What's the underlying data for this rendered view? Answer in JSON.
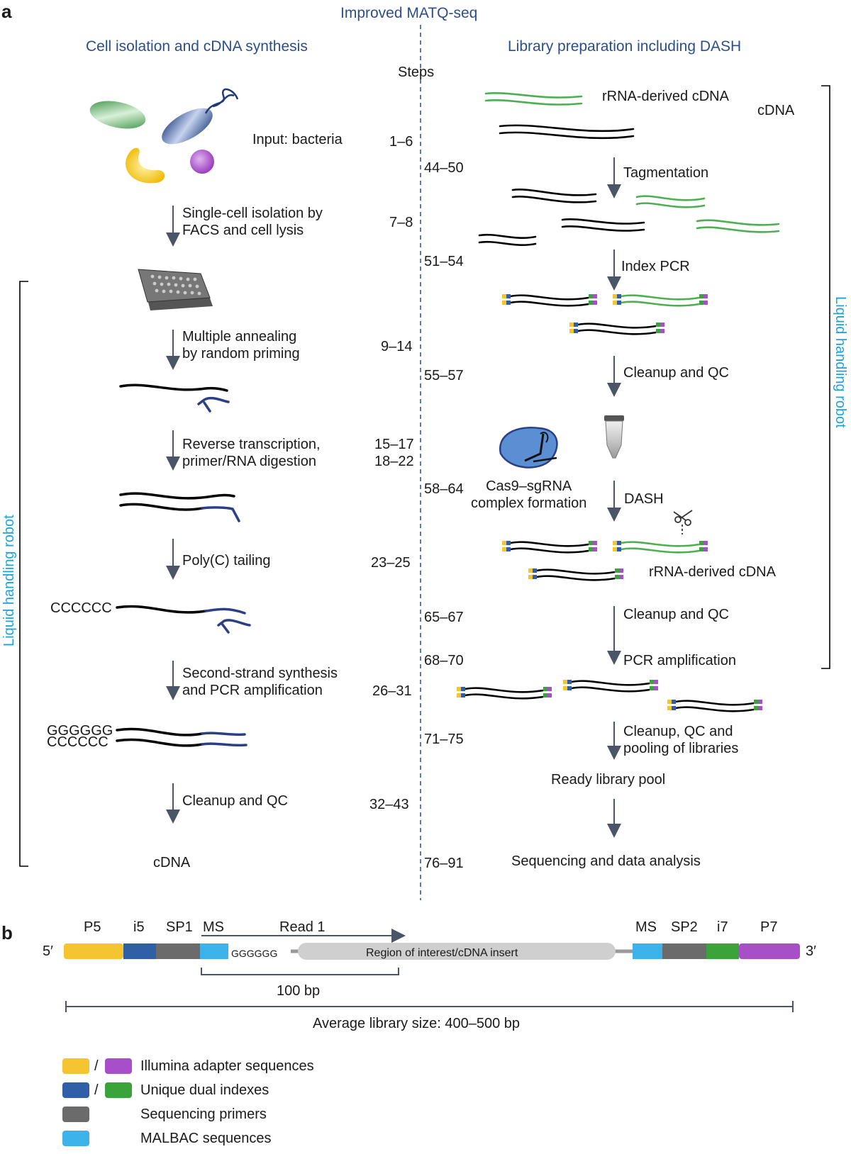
{
  "panel_a": {
    "label": "a",
    "title": "Improved MATQ-seq",
    "left_header": "Cell isolation and cDNA synthesis",
    "right_header": "Library preparation including DASH",
    "steps_header": "Steps",
    "robot_label": "Liquid handling robot",
    "left_items": [
      {
        "text": "Input: bacteria",
        "steps": "1–6"
      },
      {
        "text": "Single-cell isolation by\nFACS and cell lysis",
        "steps": "7–8"
      },
      {
        "text": "Multiple annealing\nby random priming",
        "steps": "9–14"
      },
      {
        "text": "Reverse transcription,\nprimer/RNA digestion",
        "steps": "15–17\n18–22"
      },
      {
        "text": "Poly(C) tailing",
        "steps": "23–25"
      },
      {
        "text": "Second-strand synthesis\nand PCR amplification",
        "steps": "26–31"
      },
      {
        "text": "Cleanup and QC",
        "steps": "32–43"
      },
      {
        "text": "cDNA",
        "steps": ""
      }
    ],
    "right_items": [
      {
        "text": "rRNA-derived cDNA",
        "steps": ""
      },
      {
        "text": "cDNA",
        "steps": ""
      },
      {
        "text": "Tagmentation",
        "steps": "44–50"
      },
      {
        "text": "Index PCR",
        "steps": "51–54"
      },
      {
        "text": "Cleanup and QC",
        "steps": "55–57"
      },
      {
        "text": "Cas9–sgRNA\ncomplex formation",
        "steps": "58–64"
      },
      {
        "text": "DASH",
        "steps": ""
      },
      {
        "text": "rRNA-derived cDNA",
        "steps": ""
      },
      {
        "text": "Cleanup and QC",
        "steps": "65–67"
      },
      {
        "text": "PCR amplification",
        "steps": "68–70"
      },
      {
        "text": "Cleanup, QC and\npooling of libraries",
        "steps": "71–75"
      },
      {
        "text": "Ready library pool",
        "steps": ""
      },
      {
        "text": "Sequencing and data analysis",
        "steps": "76–91"
      }
    ],
    "seq_c": "CCCCCC",
    "seq_g": "GGGGGG"
  },
  "panel_b": {
    "label": "b",
    "five_prime": "5′",
    "three_prime": "3′",
    "segments": [
      "P5",
      "i5",
      "SP1",
      "MS",
      "Read 1",
      "MS",
      "SP2",
      "i7",
      "P7"
    ],
    "insert_label": "Region of interest/cDNA insert",
    "poly_g": "GGGGGG",
    "read_length": "100 bp",
    "library_size": "Average library size: 400–500 bp",
    "legend": [
      {
        "label": "Illumina adapter sequences",
        "colors": [
          "#f5c531",
          "#a74fc9"
        ],
        "slash": "/"
      },
      {
        "label": "Unique dual indexes",
        "colors": [
          "#2f5fa7",
          "#3aa33a"
        ],
        "slash": "/"
      },
      {
        "label": "Sequencing primers",
        "colors": [
          "#6b6b6b"
        ],
        "slash": ""
      },
      {
        "label": "MALBAC sequences",
        "colors": [
          "#3cb3ea"
        ],
        "slash": ""
      }
    ]
  },
  "colors": {
    "title_blue": "#2b4f8c",
    "robot_cyan": "#1aa3e0",
    "rrna_green": "#4caf50",
    "primer_navy": "#2b3f87",
    "arrow_gray": "#4a5568"
  }
}
